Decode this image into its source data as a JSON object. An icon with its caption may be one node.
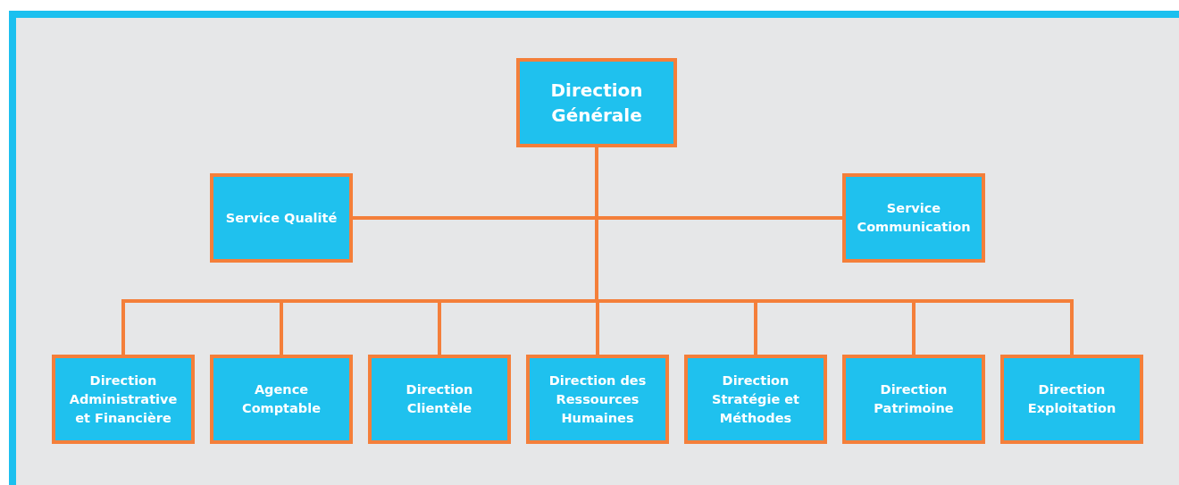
{
  "diagram": {
    "nodes": [
      {
        "text": [
          "Direction Générale"
        ]
      },
      {
        "text": [
          "Service Qualité"
        ]
      },
      {
        "text": [
          "Service Communication"
        ]
      },
      {
        "text": [
          "Direction Administrative et Financière"
        ]
      },
      {
        "text": [
          "Agence Comptable"
        ]
      },
      {
        "text": [
          "Direction Clientèle"
        ]
      },
      {
        "text": [
          "Direction des Ressources Humaines"
        ]
      },
      {
        "text": [
          "Direction Stratégie et Méthodes"
        ]
      },
      {
        "text": [
          "Direction Patrimoine"
        ]
      },
      {
        "text": [
          "Direction Exploitation"
        ]
      }
    ],
    "edges": [
      {
        "from": 0,
        "to": 1,
        "arrow": "none"
      },
      {
        "from": 0,
        "to": 2,
        "arrow": "none"
      },
      {
        "from": 0,
        "to": 3,
        "arrow": "none"
      },
      {
        "from": 0,
        "to": 4,
        "arrow": "none"
      },
      {
        "from": 0,
        "to": 5,
        "arrow": "none"
      },
      {
        "from": 0,
        "to": 6,
        "arrow": "none"
      },
      {
        "from": 0,
        "to": 7,
        "arrow": "none"
      },
      {
        "from": 0,
        "to": 8,
        "arrow": "none"
      },
      {
        "from": 0,
        "to": 9,
        "arrow": "none"
      }
    ]
  }
}
